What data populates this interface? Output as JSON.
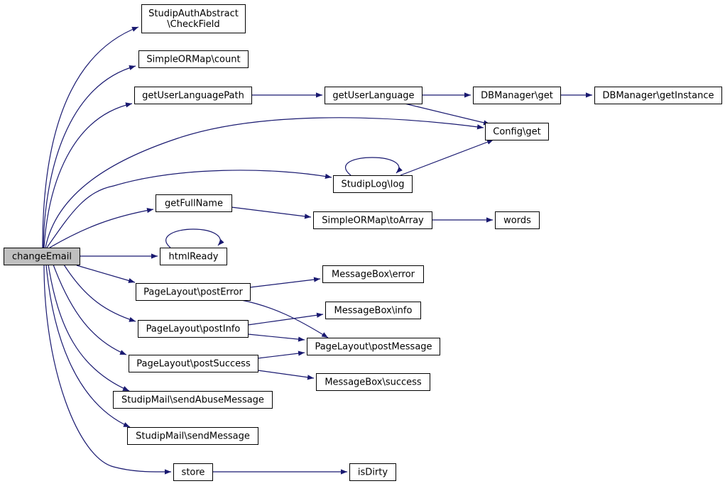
{
  "colors": {
    "edge": "#191970",
    "root_fill": "#bfbfbf",
    "node_fill": "#ffffff",
    "border": "#000000"
  },
  "nodes": {
    "changeEmail": {
      "label": "changeEmail",
      "root": true
    },
    "checkField": {
      "label": [
        "StudipAuthAbstract",
        "\\CheckField"
      ]
    },
    "count": {
      "label": "SimpleORMap\\count"
    },
    "getUserLanguagePath": {
      "label": "getUserLanguagePath"
    },
    "getUserLanguage": {
      "label": "getUserLanguage"
    },
    "dbGet": {
      "label": "DBManager\\get"
    },
    "dbGetInstance": {
      "label": "DBManager\\getInstance"
    },
    "configGet": {
      "label": "Config\\get"
    },
    "studipLog": {
      "label": "StudipLog\\log"
    },
    "getFullName": {
      "label": "getFullName"
    },
    "toArray": {
      "label": "SimpleORMap\\toArray"
    },
    "words": {
      "label": "words"
    },
    "htmlReady": {
      "label": "htmlReady"
    },
    "postError": {
      "label": "PageLayout\\postError"
    },
    "mbError": {
      "label": "MessageBox\\error"
    },
    "postInfo": {
      "label": "PageLayout\\postInfo"
    },
    "mbInfo": {
      "label": "MessageBox\\info"
    },
    "postMessage": {
      "label": "PageLayout\\postMessage"
    },
    "postSuccess": {
      "label": "PageLayout\\postSuccess"
    },
    "mbSuccess": {
      "label": "MessageBox\\success"
    },
    "sendAbuse": {
      "label": "StudipMail\\sendAbuseMessage"
    },
    "sendMessage": {
      "label": "StudipMail\\sendMessage"
    },
    "store": {
      "label": "store"
    },
    "isDirty": {
      "label": "isDirty"
    }
  },
  "edges": [
    [
      "changeEmail",
      "checkField"
    ],
    [
      "changeEmail",
      "count"
    ],
    [
      "changeEmail",
      "getUserLanguagePath"
    ],
    [
      "changeEmail",
      "configGet"
    ],
    [
      "changeEmail",
      "studipLog"
    ],
    [
      "changeEmail",
      "getFullName"
    ],
    [
      "changeEmail",
      "htmlReady"
    ],
    [
      "changeEmail",
      "postError"
    ],
    [
      "changeEmail",
      "postInfo"
    ],
    [
      "changeEmail",
      "postSuccess"
    ],
    [
      "changeEmail",
      "sendAbuse"
    ],
    [
      "changeEmail",
      "sendMessage"
    ],
    [
      "changeEmail",
      "store"
    ],
    [
      "getUserLanguagePath",
      "getUserLanguage"
    ],
    [
      "getUserLanguage",
      "dbGet"
    ],
    [
      "getUserLanguage",
      "configGet"
    ],
    [
      "dbGet",
      "dbGetInstance"
    ],
    [
      "studipLog",
      "configGet"
    ],
    [
      "studipLog",
      "studipLog"
    ],
    [
      "getFullName",
      "toArray"
    ],
    [
      "toArray",
      "words"
    ],
    [
      "htmlReady",
      "htmlReady"
    ],
    [
      "postError",
      "mbError"
    ],
    [
      "postError",
      "postMessage"
    ],
    [
      "postInfo",
      "mbInfo"
    ],
    [
      "postInfo",
      "postMessage"
    ],
    [
      "postSuccess",
      "postMessage"
    ],
    [
      "postSuccess",
      "mbSuccess"
    ],
    [
      "store",
      "isDirty"
    ]
  ]
}
